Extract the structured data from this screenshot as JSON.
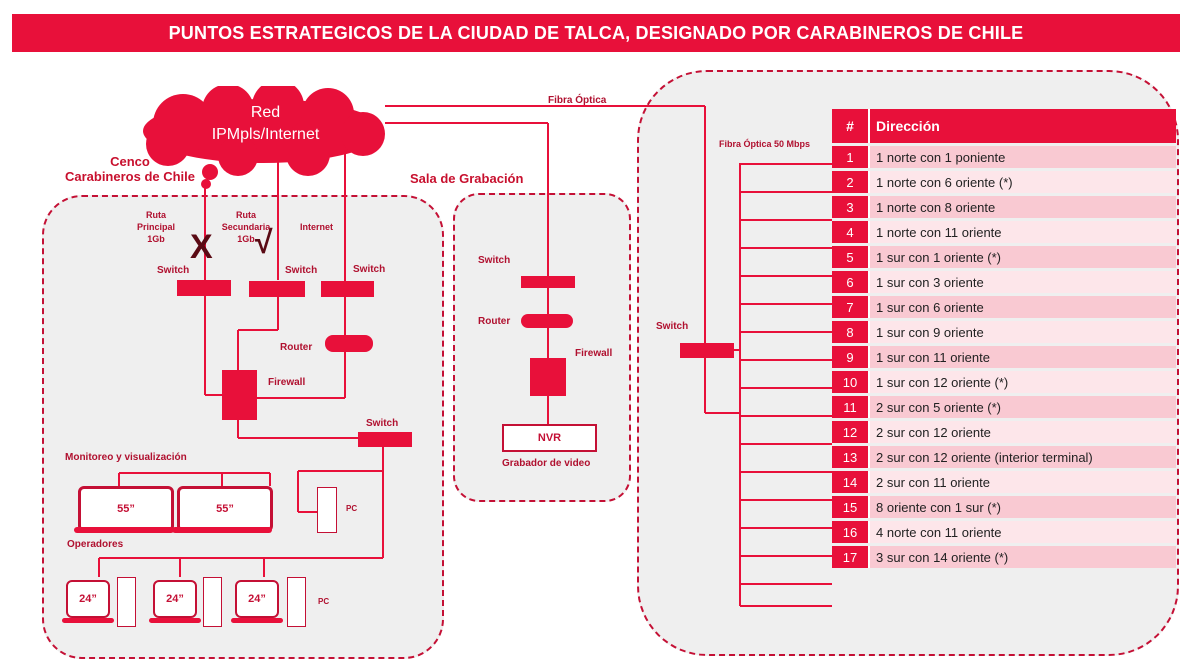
{
  "title": "PUNTOS ESTRATEGICOS DE LA CIUDAD DE TALCA, DESIGNADO POR CARABINEROS DE CHILE",
  "cloud": {
    "line1": "Red",
    "line2": "IPMpls/Internet"
  },
  "links": {
    "fibra_top": "Fibra Óptica",
    "fibra_switch": "Fibra Óptica 50 Mbps"
  },
  "cenco": {
    "title_line1": "Cenco",
    "title_line2": "Carabineros de Chile",
    "ruta_principal": [
      "Ruta",
      "Principal",
      "1Gb"
    ],
    "ruta_secundaria": [
      "Ruta",
      "Secundaria",
      "1Gb"
    ],
    "internet": "Internet",
    "mark_x": "X",
    "mark_check": "√",
    "switch": "Switch",
    "router": "Router",
    "firewall": "Firewall",
    "monitoreo": "Monitoreo y visualización",
    "screen_large": "55”",
    "operadores": "Operadores",
    "screen_small": "24”",
    "pc": "PC"
  },
  "grabacion": {
    "title": "Sala de Grabación",
    "switch": "Switch",
    "router": "Router",
    "firewall": "Firewall",
    "nvr": "NVR",
    "grabador": "Grabador de video"
  },
  "points": {
    "switch": "Switch",
    "header_num": "#",
    "header_dir": "Dirección",
    "rows": [
      {
        "n": "1",
        "d": "1 norte con 1 poniente"
      },
      {
        "n": "2",
        "d": "1 norte con 6 oriente (*)"
      },
      {
        "n": "3",
        "d": "1 norte con 8 oriente"
      },
      {
        "n": "4",
        "d": "1 norte con 11 oriente"
      },
      {
        "n": "5",
        "d": "1 sur con 1 oriente (*)"
      },
      {
        "n": "6",
        "d": "1 sur con 3 oriente"
      },
      {
        "n": "7",
        "d": "1 sur con 6 oriente"
      },
      {
        "n": "8",
        "d": "1 sur con 9 oriente"
      },
      {
        "n": "9",
        "d": "1 sur con 11 oriente"
      },
      {
        "n": "10",
        "d": "1 sur con 12 oriente (*)"
      },
      {
        "n": "11",
        "d": "2 sur con 5 oriente (*)"
      },
      {
        "n": "12",
        "d": "2 sur con 12 oriente"
      },
      {
        "n": "13",
        "d": "2 sur con 12 oriente (interior terminal)"
      },
      {
        "n": "14",
        "d": "2 sur con 11 oriente"
      },
      {
        "n": "15",
        "d": "8 oriente con 1 sur (*)"
      },
      {
        "n": "16",
        "d": "4 norte con 11 oriente"
      },
      {
        "n": "17",
        "d": "3 sur con 14 oriente (*)"
      }
    ]
  },
  "colors": {
    "accent": "#e8103a",
    "dark_accent": "#c41035",
    "panel_bg": "#efefef",
    "row_odd": "#f9c9d2",
    "row_even": "#fde6ea"
  }
}
